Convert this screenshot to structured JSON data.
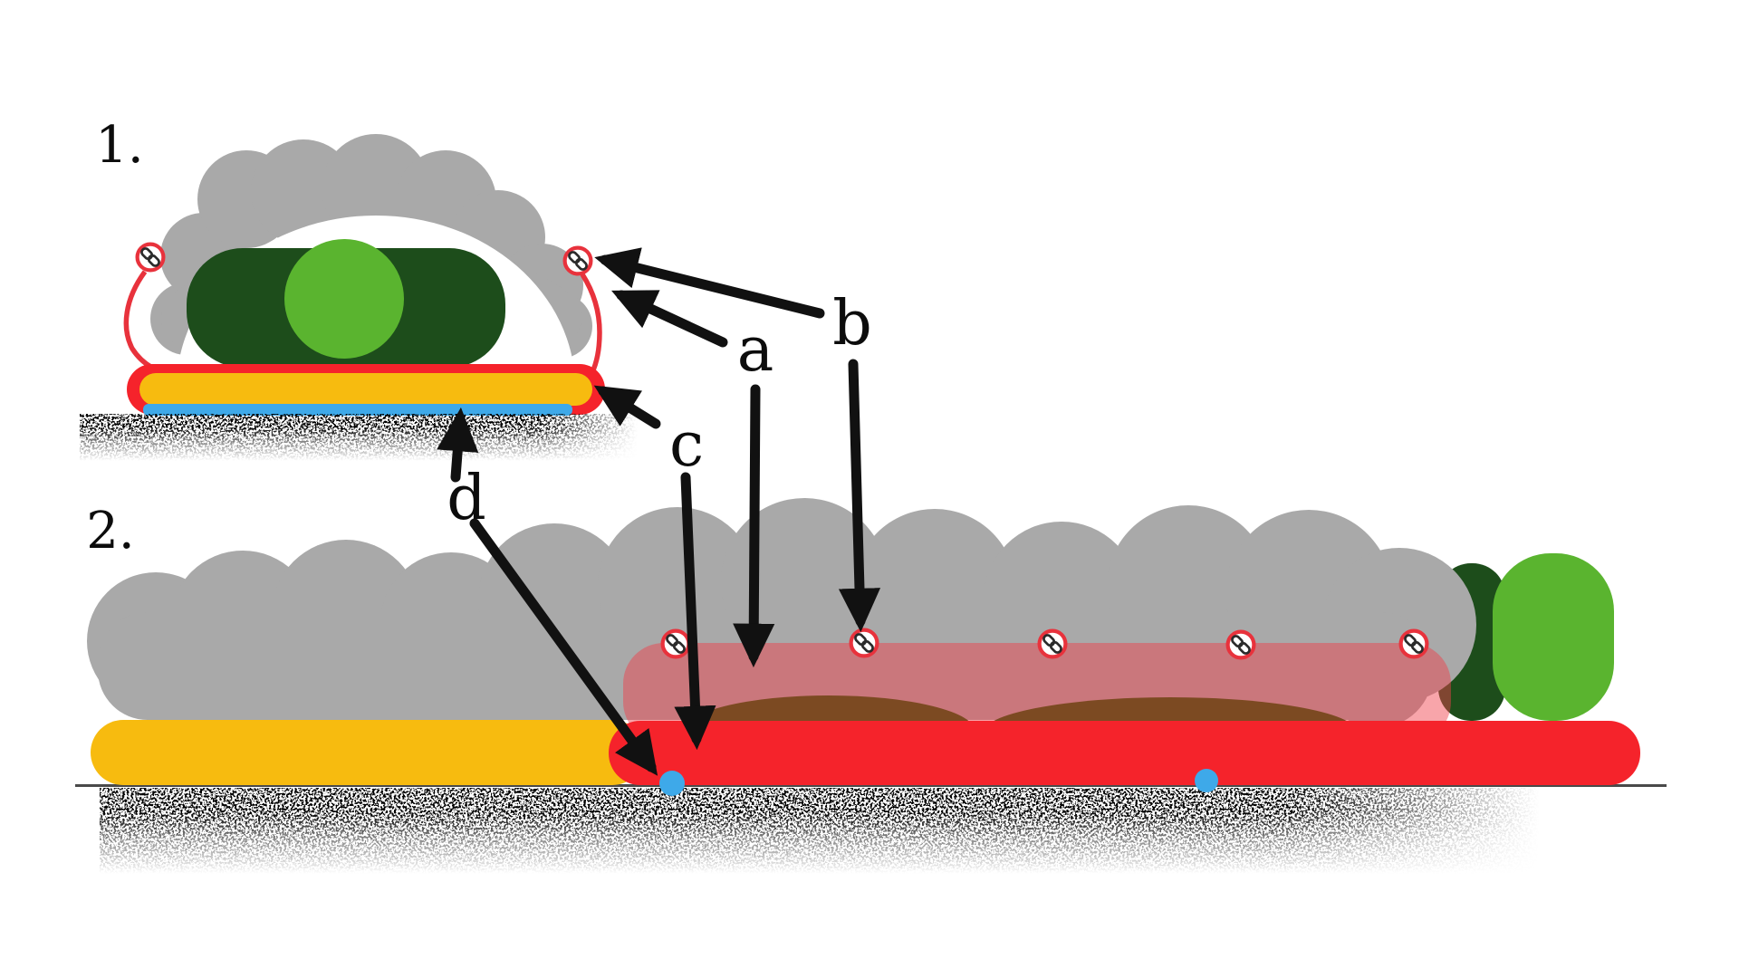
{
  "diagram": {
    "panel1": {
      "number": "1."
    },
    "panel2": {
      "number": "2."
    },
    "callouts": {
      "a": "a",
      "b": "b",
      "c": "c",
      "d": "d"
    },
    "icons": {
      "chain_link_name": "chain-link",
      "panel1_count": 2,
      "panel2_count": 5
    },
    "palette": {
      "matrix_gray": "#a9a9a9",
      "dark_green": "#1d4d1b",
      "light_green": "#5ab42f",
      "red": "#f5232b",
      "ring_red": "#e8323c",
      "pink_overlay": "rgba(240,64,74,0.47)",
      "yellow": "#f7bb0f",
      "blue": "#3ea9e9",
      "brown": "#7c4a22",
      "speckle_black": "#1a1a1a",
      "ground_line": "#4a4a4a",
      "arrow_ink": "#111111"
    }
  }
}
